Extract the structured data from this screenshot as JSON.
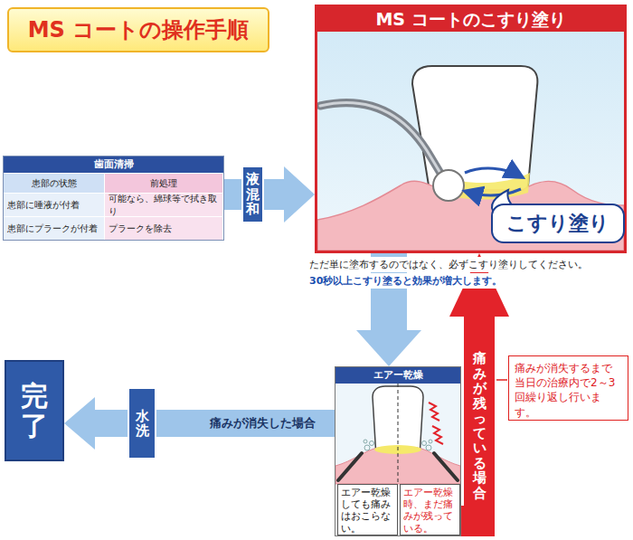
{
  "diagram": {
    "title": "MS コートの操作手順",
    "nodes": [
      {
        "text": [
          "歯面清掃"
        ]
      },
      {
        "text": [
          "MS コートのこすり塗り"
        ]
      },
      {
        "text": [
          "こすり塗り"
        ],
        "in": 1
      },
      {
        "text": [
          "エアー乾燥"
        ]
      },
      {
        "text": [
          "エアー乾燥しても痛みはおこらない。"
        ],
        "in": 3
      },
      {
        "text": [
          "エアー乾燥時、まだ痛みが残っている。"
        ],
        "in": 3
      },
      {
        "text": [
          "痛みが消失するまで当日の治療内で2～3回繰り返し行います。"
        ]
      },
      {
        "text": [
          "水洗"
        ]
      },
      {
        "text": [
          "完了"
        ]
      }
    ],
    "edges": [
      {
        "from": 0,
        "to": 1,
        "arrow": "to",
        "label": "液混和"
      },
      {
        "from": 1,
        "to": 3,
        "arrow": "to"
      },
      {
        "from": 3,
        "to": 1,
        "arrow": "to",
        "label": "痛みが残っている場合"
      },
      {
        "from": 3,
        "to": 7,
        "arrow": "none",
        "label": "痛みが消失した場合"
      },
      {
        "from": 7,
        "to": 8,
        "arrow": "to"
      }
    ],
    "labels": [
      "患部の状態",
      "前処理",
      "患部に唾液が付着",
      "可能なら、綿球等で拭き取り",
      "患部にプラークが付着",
      "プラークを除去",
      "ただ単に塗布するのではなく、必ずこすり塗りしてください。",
      "30秒以上こすり塗ると効果が増大します。"
    ]
  }
}
